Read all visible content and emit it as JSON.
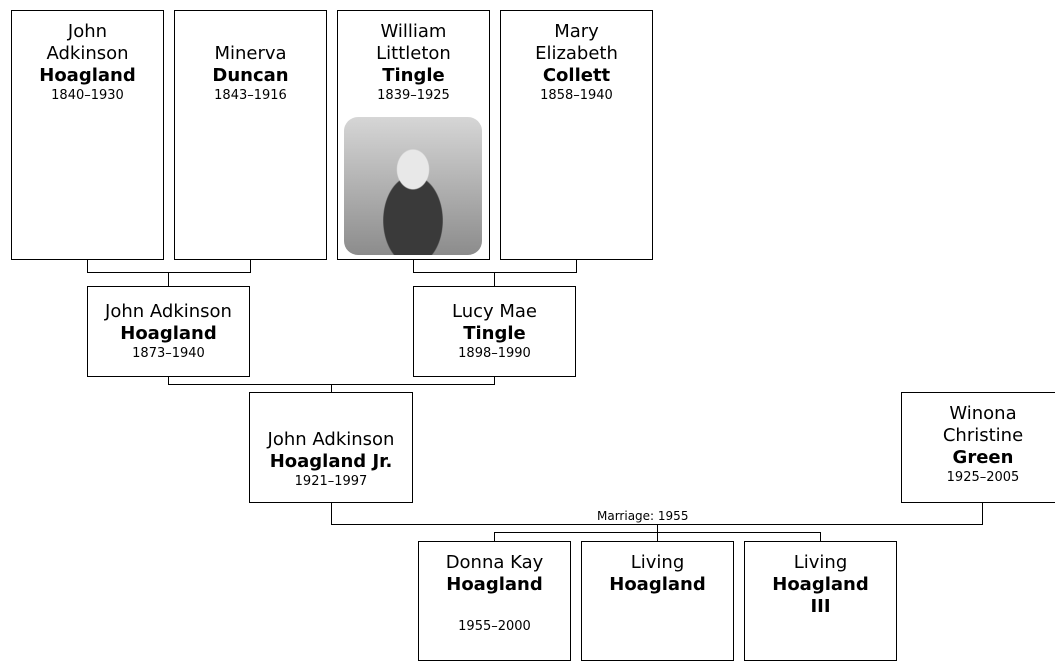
{
  "generation1": [
    {
      "given": "John\nAdkinson",
      "surname": "Hoagland",
      "years": "1840–1930"
    },
    {
      "given": "Minerva",
      "surname": "Duncan",
      "years": "1843–1916"
    },
    {
      "given": "William\nLittleton",
      "surname": "Tingle",
      "years": "1839–1925",
      "photo": "portrait-photo"
    },
    {
      "given": "Mary\nElizabeth",
      "surname": "Collett",
      "years": "1858–1940"
    }
  ],
  "generation2": [
    {
      "given": "John Adkinson",
      "surname": "Hoagland",
      "years": "1873–1940"
    },
    {
      "given": "Lucy Mae",
      "surname": "Tingle",
      "years": "1898–1990"
    }
  ],
  "generation3": [
    {
      "given": "John Adkinson",
      "surname": "Hoagland Jr.",
      "years": "1921–1997"
    },
    {
      "given": "Winona\nChristine",
      "surname": "Green",
      "years": "1925–2005"
    }
  ],
  "marriage": "Marriage: 1955",
  "children": [
    {
      "given": "Donna Kay",
      "surname": "Hoagland",
      "years": "1955–2000"
    },
    {
      "given": "Living",
      "surname": "Hoagland",
      "years": ""
    },
    {
      "given": "Living",
      "surname": "Hoagland\nIII",
      "years": ""
    }
  ]
}
